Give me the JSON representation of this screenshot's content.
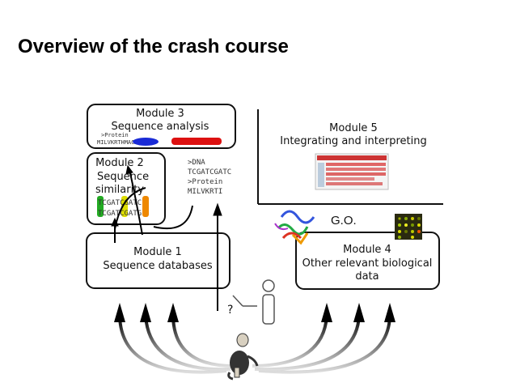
{
  "title": "Overview of the crash course",
  "module3": {
    "line1": "Module 3",
    "line2": "Sequence analysis",
    "seq_header": ">Protein",
    "seq_text": "MILVKRTHMACA"
  },
  "module2": {
    "line1": "Module 2",
    "line2": "Sequence",
    "line3": "similarity",
    "align1": "TCGATCGATC",
    "align2": "TCGATCGATG"
  },
  "module1": {
    "line1": "Module 1",
    "line2": "Sequence databases"
  },
  "module5": {
    "line1": "Module 5",
    "line2": "Integrating and interpreting"
  },
  "module4": {
    "line1": "Module 4",
    "line2": "Other relevant biological",
    "line3": "data"
  },
  "sequence_snippet": {
    "l1": ">DNA",
    "l2": "TCGATCGATC",
    "l3": ">Protein",
    "l4": "MILVKRTI"
  },
  "go_label": "G.O.",
  "question_mark": "?",
  "colors": {
    "blue_band": "#1a2bd6",
    "red_band": "#dd1111",
    "green": "#22aa22",
    "orange": "#ee8800",
    "yellow": "#dddd00",
    "arrow": "#000000"
  },
  "icons": [
    "protein-structure-icon",
    "microarray-icon",
    "screenshot-thumbnail",
    "laptop-icon",
    "person-icon",
    "monkey-icon"
  ]
}
